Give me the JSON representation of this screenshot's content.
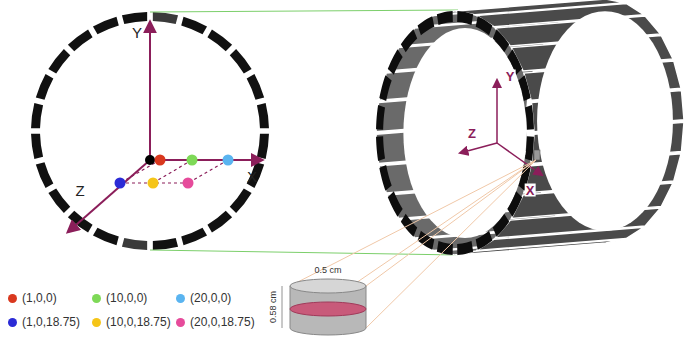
{
  "diagram": {
    "labels": [
      "Y",
      "X",
      "Z",
      "Y",
      "X",
      "Z",
      "0.5 cm",
      "0.58 cm"
    ],
    "legend": [
      {
        "text": "(1,0,0)",
        "color": "#d9381e"
      },
      {
        "text": "(10,0,0)",
        "color": "#7ed957"
      },
      {
        "text": "(20,0,0)",
        "color": "#5ab4f0"
      },
      {
        "text": "(1,0,18.75)",
        "color": "#2b2bd6"
      },
      {
        "text": "(10,0,18.75)",
        "color": "#f5c518"
      },
      {
        "text": "(20,0,18.75)",
        "color": "#e64b9b"
      }
    ]
  }
}
